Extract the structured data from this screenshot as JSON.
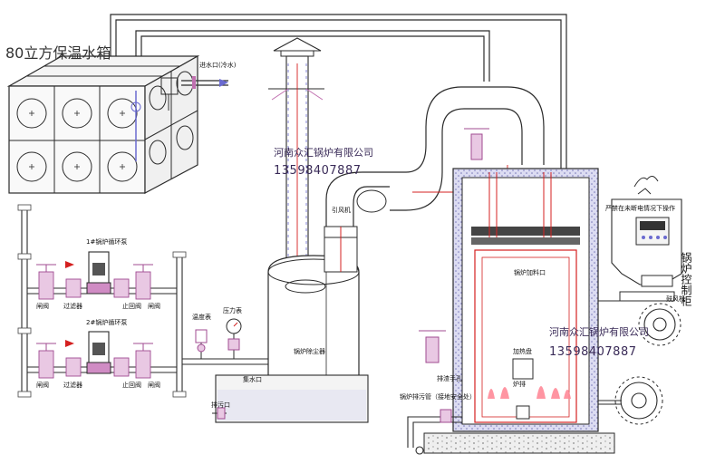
{
  "tank": {
    "title": "80立方保温水箱",
    "inlet_label": "进水口(冷水)"
  },
  "pumps": {
    "pump1_label": "1#锅炉循环泵",
    "pump2_label": "2#锅炉循环泵",
    "valve_label": "闸阀",
    "filter_label": "过滤器",
    "check_valve_label": "止回阀"
  },
  "instruments": {
    "thermometer_label": "温度表",
    "pressure_label": "压力表"
  },
  "stack": {
    "fan_label": "引风机",
    "dust_collector_label": "锅炉除尘器",
    "water_tank_label": "集水口",
    "drain_label": "排污口"
  },
  "boiler": {
    "feed_port_label": "锅炉加料口",
    "rod_label": "加热盘",
    "coal_label": "炉排",
    "ash_label": "排渣手孔",
    "drain_valve_label": "锅炉排污管（接地安全处）"
  },
  "control": {
    "cabinet_label": "锅炉控制柜",
    "panel_label": "严禁在未断电情况下操作",
    "fan_label": "鼓风机"
  },
  "watermark": {
    "company": "河南众汇锅炉有限公司",
    "phone": "13598407887"
  },
  "colors": {
    "pipe": "#2b2b2b",
    "hot_water": "#d42020",
    "flow_arrow": "#6a6ad0",
    "valve": "#c070b0",
    "flame": "#ff7a8a",
    "insulation": "#b0b0d8"
  }
}
